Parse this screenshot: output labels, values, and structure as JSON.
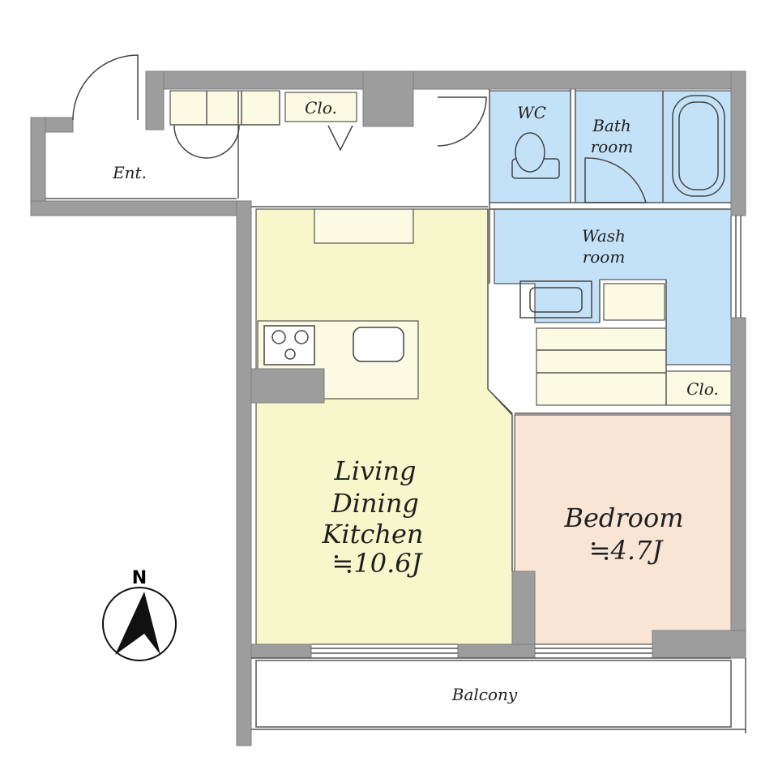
{
  "colors": {
    "wall": "#9d9d9d",
    "wall_edge": "#7d7d7d",
    "ldk_fill": "#f8f7cc",
    "wet_fill": "#c4e2f7",
    "bedroom_fill": "#f8e5d6",
    "storage_fill": "#fbfbe4",
    "line": "#333333"
  },
  "rooms": {
    "entrance": {
      "label": "Ent."
    },
    "closet_entrance": {
      "label": "Clo."
    },
    "wc": {
      "label": "WC"
    },
    "bath": {
      "label_line1": "Bath",
      "label_line2": "room"
    },
    "wash": {
      "label_line1": "Wash",
      "label_line2": "room"
    },
    "closet_bedroom": {
      "label": "Clo."
    },
    "ldk": {
      "label_line1": "Living",
      "label_line2": "Dining",
      "label_line3": "Kitchen",
      "size": "≒10.6J"
    },
    "bedroom": {
      "label": "Bedroom",
      "size": "≒4.7J"
    },
    "balcony": {
      "label": "Balcony"
    }
  },
  "compass": {
    "label": "N"
  }
}
